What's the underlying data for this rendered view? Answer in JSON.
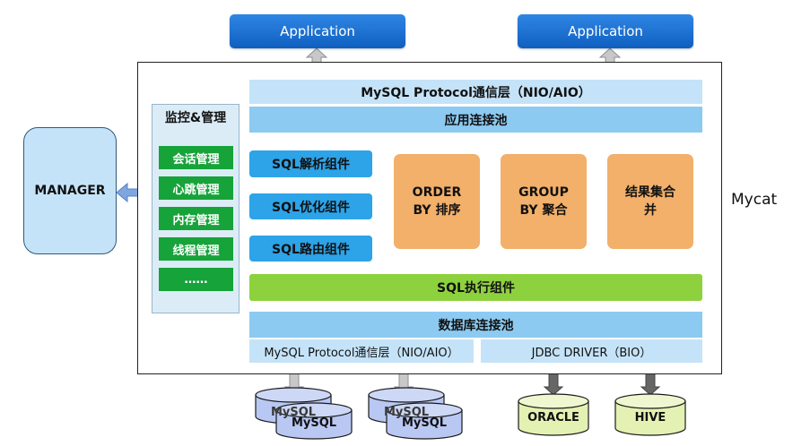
{
  "applications": [
    "Application",
    "Application"
  ],
  "mycat_label": "Mycat",
  "protocol_layer_top": "MySQL Protocol通信层（NIO/AIO）",
  "app_conn_pool": "应用连接池",
  "monitor": {
    "title": "监控&管理",
    "items": [
      "会话管理",
      "心跳管理",
      "内存管理",
      "线程管理",
      "……"
    ]
  },
  "manager": "MANAGER",
  "sql_components": [
    "SQL解析组件",
    "SQL优化组件",
    "SQL路由组件"
  ],
  "orange_boxes": {
    "order": [
      "ORDER",
      "BY 排序"
    ],
    "group": [
      "GROUP",
      "BY 聚合"
    ],
    "merge": [
      "结果集合",
      "并"
    ]
  },
  "sql_exec": "SQL执行组件",
  "db_conn_pool": "数据库连接池",
  "protocol_layer_bottom": "MySQL Protocol通信层（NIO/AIO）",
  "jdbc_driver": "JDBC DRIVER（BIO）",
  "databases": [
    "MySQL",
    "MySQL",
    "MySQL",
    "MySQL",
    "ORACLE",
    "HIVE"
  ],
  "colors": {
    "app_blue": "#1b6fd4",
    "light_blue": "#c5e3f8",
    "mid_blue": "#8ccaf1",
    "sql_blue": "#2da3e8",
    "orange": "#f2b06a",
    "exec_green": "#8ed13f",
    "monitor_green": "#16a33a",
    "mysql_cyl": "#b9c8f3",
    "other_cyl": "#e3f1b2"
  }
}
